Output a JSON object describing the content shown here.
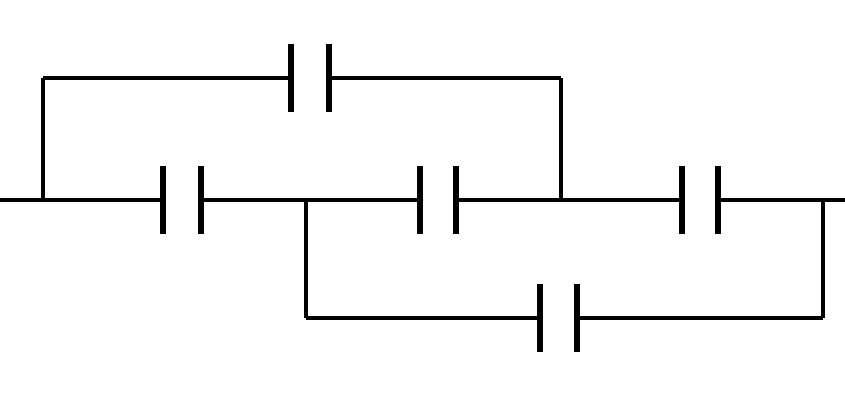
{
  "diagram": {
    "type": "capacitor-circuit",
    "colors": {
      "background": "#ffffff",
      "line": "#000000"
    },
    "capacitors": [
      {
        "id": "C1",
        "position": "top-branch"
      },
      {
        "id": "C2",
        "position": "main-line-left"
      },
      {
        "id": "C3",
        "position": "main-line-middle"
      },
      {
        "id": "C4",
        "position": "main-line-right"
      },
      {
        "id": "C5",
        "position": "bottom-branch"
      }
    ],
    "terminals": [
      {
        "id": "left-terminal"
      },
      {
        "id": "right-terminal"
      }
    ]
  }
}
